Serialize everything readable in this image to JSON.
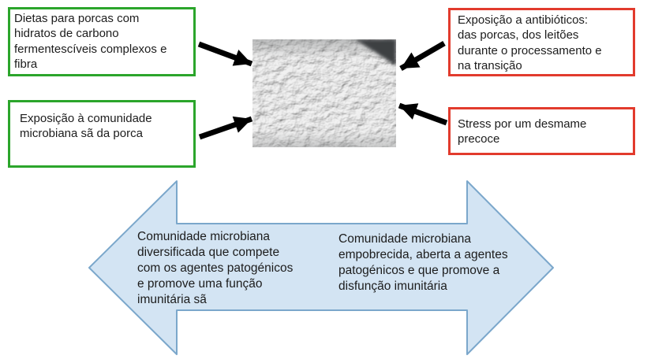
{
  "canvas": {
    "background": "#ffffff"
  },
  "colors": {
    "positive_box_border": "#2ba52b",
    "negative_box_border": "#e23b2d",
    "connector_arrow": "#000000",
    "outcome_arrow_fill": "#d3e4f3",
    "outcome_arrow_border": "#7ba7cb",
    "text": "#1c1c1c"
  },
  "positive_factors": [
    {
      "lines": [
        "Dietas para porcas com",
        "hidratos de carbono",
        "fermentescíveis complexos e",
        "fibra"
      ]
    },
    {
      "lines": [
        "Exposição à comunidade",
        "microbiana sã da porca"
      ]
    }
  ],
  "negative_factors": [
    {
      "lines": [
        "Exposição a antibióticos:",
        "das porcas, dos leitões",
        "durante o processamento e",
        "na transição"
      ]
    },
    {
      "lines": [
        "Stress por um desmame",
        "precoce"
      ]
    }
  ],
  "center_image": {
    "description": "electron-micrograph-of-intestinal-bacteria",
    "base_color": "#b3b3b3",
    "dark_corner_color": "#3c4042"
  },
  "outcome_arrow": {
    "left_lines": [
      "Comunidade microbiana",
      "diversificada que compete",
      "com os agentes patogénicos",
      "e promove uma função",
      "imunitária sã"
    ],
    "right_lines": [
      "Comunidade microbiana",
      "empobrecida, aberta a agentes",
      "patogénicos e que promove a",
      "disfunção imunitária"
    ]
  }
}
